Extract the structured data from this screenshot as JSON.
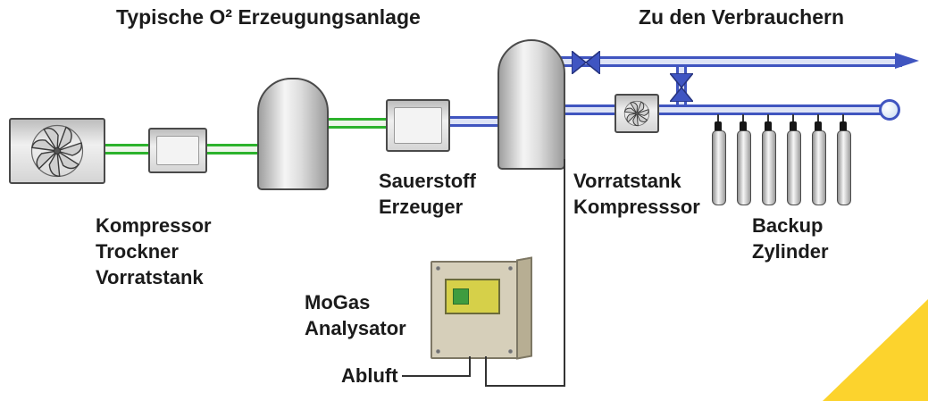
{
  "title": "Typische O² Erzeugungsanlage",
  "header_right": "Zu den Verbrauchern",
  "labels": {
    "compressor_group": [
      "Kompressor",
      "Trockner",
      "Vorratstank"
    ],
    "oxygen_generator": [
      "Sauerstoff",
      "Erzeuger"
    ],
    "storage_compressor": [
      "Vorratstank",
      "Kompresssor"
    ],
    "backup_cylinders": [
      "Backup",
      "Zylinder"
    ],
    "analyzer": [
      "MoGas",
      "Analysator"
    ],
    "exhaust": "Abluft"
  },
  "colors": {
    "pipe_green": "#2db32d",
    "pipe_blue": "#4055c0",
    "equipment_gray": "#d9d9d9",
    "analyzer_beige": "#d6cfba",
    "screen_yellow": "#d6d049",
    "screen_green": "#3f9c3f",
    "accent_yellow": "#fcd32d"
  }
}
